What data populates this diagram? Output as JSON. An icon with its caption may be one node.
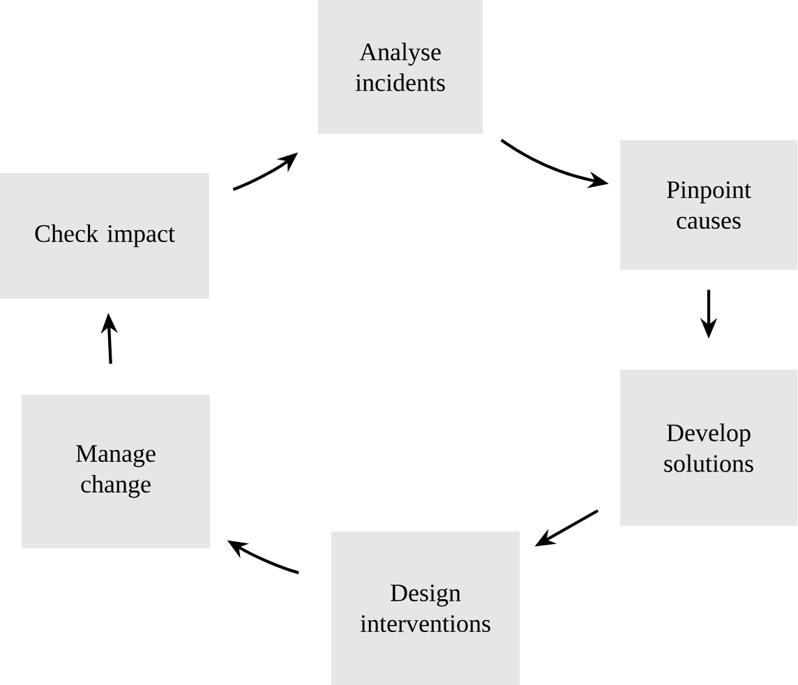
{
  "diagram": {
    "nodes": [
      {
        "text": [
          "Analyse incidents"
        ]
      },
      {
        "text": [
          "Pinpoint causes"
        ]
      },
      {
        "text": [
          "Develop solutions"
        ]
      },
      {
        "text": [
          "Design interventions"
        ]
      },
      {
        "text": [
          "Manage change"
        ]
      },
      {
        "text": [
          "Check impact"
        ]
      }
    ],
    "edges": [
      {
        "from": 0,
        "to": 1,
        "arrow": "to"
      },
      {
        "from": 1,
        "to": 2,
        "arrow": "to"
      },
      {
        "from": 2,
        "to": 3,
        "arrow": "to"
      },
      {
        "from": 3,
        "to": 4,
        "arrow": "to"
      },
      {
        "from": 4,
        "to": 5,
        "arrow": "to"
      },
      {
        "from": 5,
        "to": 0,
        "arrow": "to"
      }
    ]
  }
}
